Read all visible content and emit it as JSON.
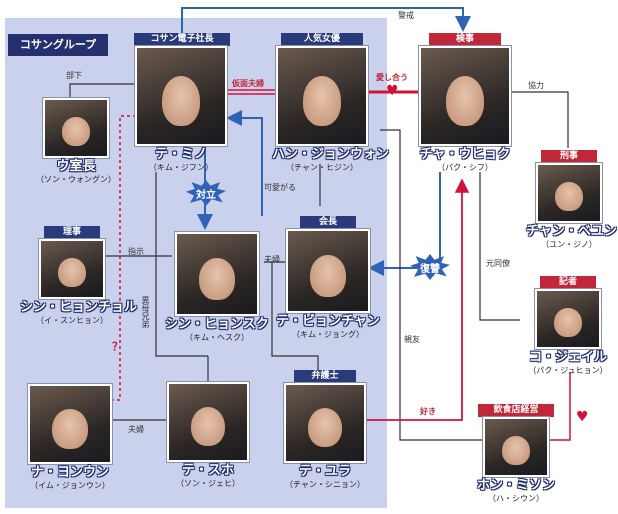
{
  "group": {
    "label": "コサングループ"
  },
  "people": {
    "te_mino": {
      "role": "コサン電子社長",
      "name": "テ・ミノ",
      "actor": "（キム・ジフン）"
    },
    "han_jeongwon": {
      "role": "人気女優",
      "name": "ハン・ジョンウォン",
      "actor": "（チャン・ヒジン）"
    },
    "cha_uhyeok": {
      "role": "検事",
      "name": "チャ・ウヒョク",
      "actor": "（パク・シフ）"
    },
    "u_sitcho": {
      "role": "",
      "name": "ウ室長",
      "actor": "（ソン・ウォングン）"
    },
    "chan_beon": {
      "role": "刑事",
      "name": "チャン・ベユン",
      "actor": "（ユン・ジノ）"
    },
    "shin_hyeonchol": {
      "role": "理事",
      "name": "シン・ヒョンチョル",
      "actor": "（イ・スンヒョン）"
    },
    "shin_hyeonsuk": {
      "role": "",
      "name": "シン・ヒョンスク",
      "actor": "（キム・ヘスク）"
    },
    "te_byeongchan": {
      "role": "会長",
      "name": "テ・ビョンチャン",
      "actor": "（キム・ジョング）"
    },
    "ko_jeil": {
      "role": "記者",
      "name": "コ・ジェイル",
      "actor": "（パク・ジュヒョン）"
    },
    "na_yeonun": {
      "role": "",
      "name": "ナ・ヨンウン",
      "actor": "（イム・ジョンウン）"
    },
    "te_suho": {
      "role": "",
      "name": "テ・スホ",
      "actor": "（ソン・ジェヒ）"
    },
    "te_yura": {
      "role": "弁護士",
      "name": "テ・ユラ",
      "actor": "（チャン・シニョン）"
    },
    "hon_mison": {
      "role": "飲食店経営",
      "name": "ホン・ミソン",
      "actor": "（ハ・シウン）"
    }
  },
  "relations": {
    "keikai": "警戒",
    "kyoryoku": "協力",
    "buka": "部下",
    "kamen_fufu": "仮面夫婦",
    "aishiau": "愛し合う",
    "tairitsu": "対立",
    "kawaigaru": "可愛がる",
    "shiji": "指示",
    "fufu1": "夫婦",
    "fufu2": "夫婦",
    "ibokyodai": "異母兄弟",
    "fukushu": "復讐",
    "moto_doryo": "元同僚",
    "shinyu": "親友",
    "suki": "好き",
    "question": "？"
  },
  "colors": {
    "panel": "#c9d1ec",
    "navy": "#26306e",
    "blue_arrow": "#2f63b5",
    "red_line": "#d2123a"
  }
}
